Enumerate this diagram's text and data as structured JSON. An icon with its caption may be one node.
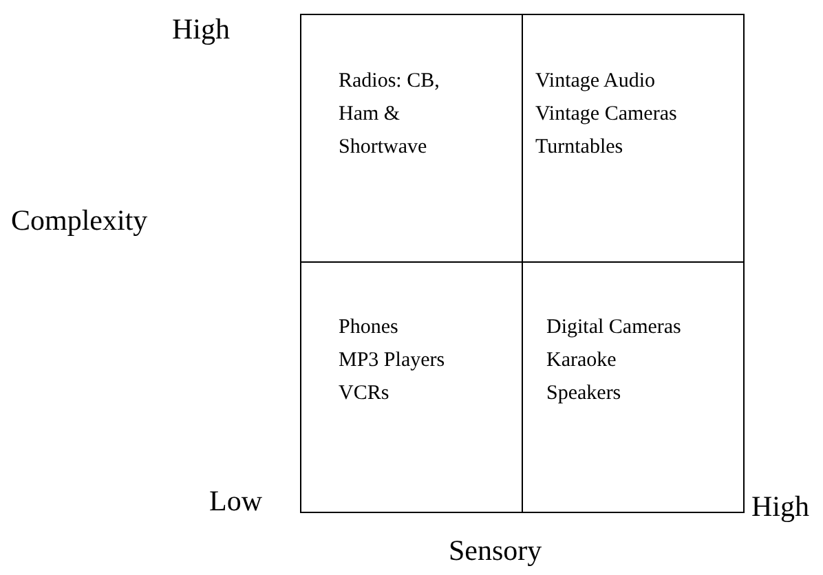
{
  "diagram": {
    "nodes": [
      {
        "text": [
          "Radios: CB, Ham & Shortwave"
        ]
      },
      {
        "text": [
          "Vintage Audio",
          "Vintage Cameras",
          "Turntables"
        ]
      },
      {
        "text": [
          "Phones",
          "MP3 Players",
          "VCRs"
        ]
      },
      {
        "text": [
          "Digital Cameras",
          "Karaoke",
          "Speakers"
        ]
      }
    ],
    "edges": [],
    "labels": [
      "High",
      "Complexity",
      "Low",
      "High",
      "Sensory"
    ]
  }
}
